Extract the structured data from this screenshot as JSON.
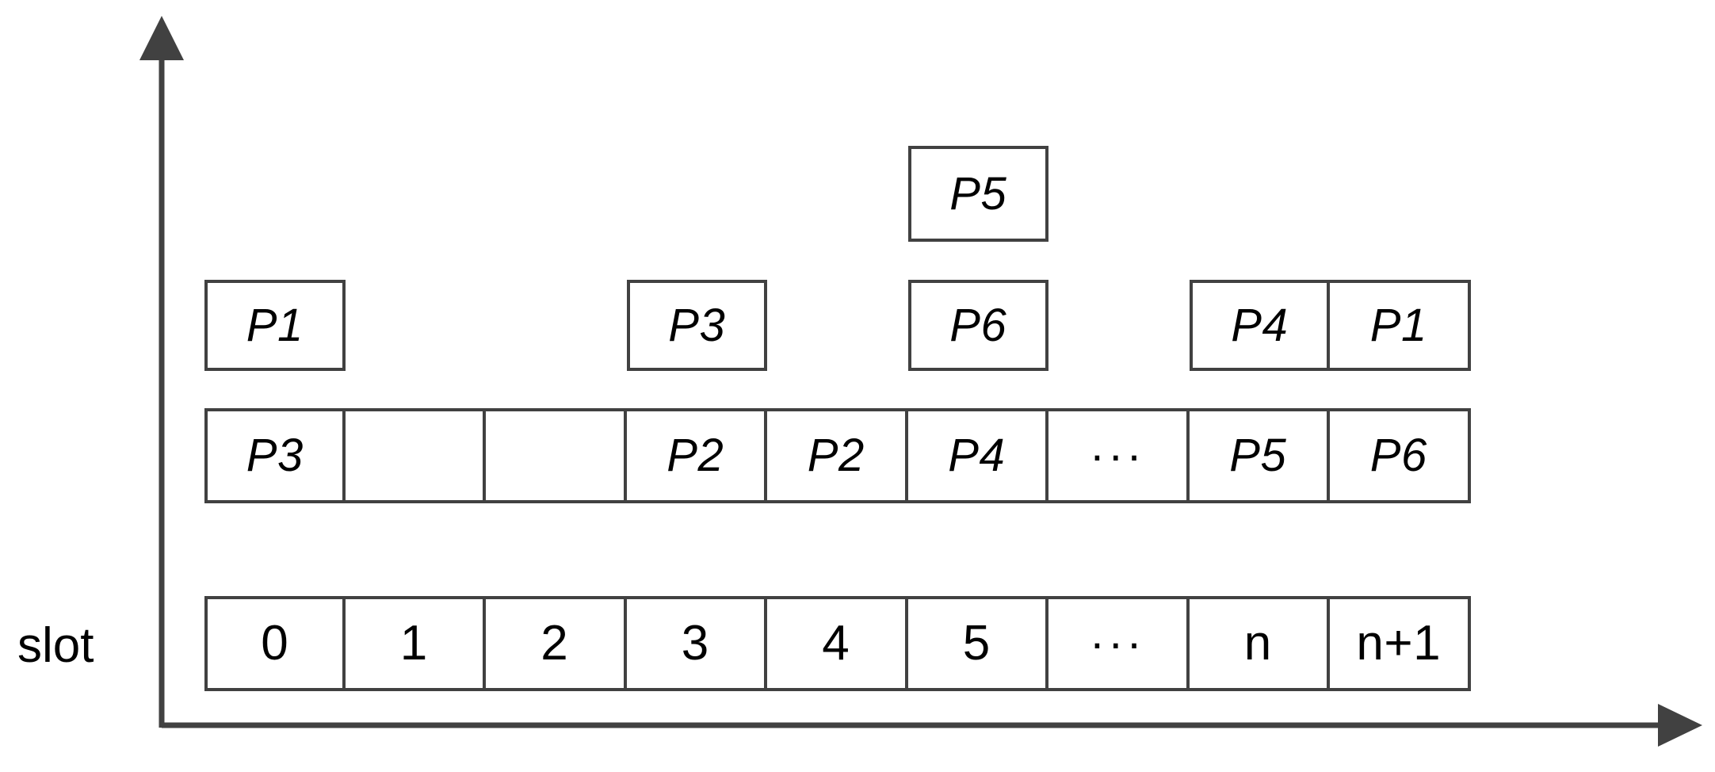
{
  "figure": {
    "caption_label": "slot",
    "stroke_color": "#414141",
    "background": "#ffffff",
    "axis": {
      "y_axis_name": "y-axis-arrow",
      "x_axis_name": "x-axis-arrow"
    }
  },
  "chart_data": {
    "type": "table",
    "title": "",
    "xlabel": "",
    "ylabel": "",
    "grid": false,
    "legend": null,
    "columns": [
      "0",
      "1",
      "2",
      "3",
      "4",
      "5",
      "···",
      "n",
      "n+1"
    ],
    "rows": [
      {
        "name": "stack-level-3",
        "cells": [
          "",
          "",
          "",
          "",
          "",
          "P5",
          "",
          "",
          ""
        ]
      },
      {
        "name": "stack-level-2",
        "cells": [
          "P1",
          "",
          "",
          "P3",
          "",
          "P6",
          "",
          "P4",
          "P1"
        ]
      },
      {
        "name": "queue-row",
        "cells": [
          "P3",
          "",
          "",
          "P2",
          "P2",
          "P4",
          "···",
          "P5",
          "P6"
        ]
      },
      {
        "name": "slot-row",
        "cells": [
          "0",
          "1",
          "2",
          "3",
          "4",
          "5",
          "···",
          "n",
          "n+1"
        ]
      }
    ]
  },
  "level3": {
    "boxes": [
      {
        "id": "p5",
        "label": "P5",
        "col": 5
      }
    ]
  },
  "level2": {
    "boxes": [
      {
        "id": "p1a",
        "label": "P1",
        "col": 0,
        "joined_prev": false
      },
      {
        "id": "p3",
        "label": "P3",
        "col": 3,
        "joined_prev": false
      },
      {
        "id": "p6",
        "label": "P6",
        "col": 5,
        "joined_prev": false
      },
      {
        "id": "p4",
        "label": "P4",
        "col": 7,
        "joined_prev": false
      },
      {
        "id": "p1b",
        "label": "P1",
        "col": 8,
        "joined_prev": true
      }
    ]
  },
  "queue": {
    "cells": [
      {
        "id": "q0",
        "label": "P3",
        "col": 0,
        "dots": false
      },
      {
        "id": "q1",
        "label": "",
        "col": 1,
        "dots": false
      },
      {
        "id": "q2",
        "label": "",
        "col": 2,
        "dots": false
      },
      {
        "id": "q3",
        "label": "P2",
        "col": 3,
        "dots": false
      },
      {
        "id": "q4",
        "label": "P2",
        "col": 4,
        "dots": false
      },
      {
        "id": "q5",
        "label": "P4",
        "col": 5,
        "dots": false
      },
      {
        "id": "q6",
        "label": "···",
        "col": 6,
        "dots": true
      },
      {
        "id": "q7",
        "label": "P5",
        "col": 7,
        "dots": false
      },
      {
        "id": "q8",
        "label": "P6",
        "col": 8,
        "dots": false
      }
    ]
  },
  "slots": {
    "cells": [
      {
        "id": "s0",
        "label": "0",
        "col": 0,
        "dots": false
      },
      {
        "id": "s1",
        "label": "1",
        "col": 1,
        "dots": false
      },
      {
        "id": "s2",
        "label": "2",
        "col": 2,
        "dots": false
      },
      {
        "id": "s3",
        "label": "3",
        "col": 3,
        "dots": false
      },
      {
        "id": "s4",
        "label": "4",
        "col": 4,
        "dots": false
      },
      {
        "id": "s5",
        "label": "5",
        "col": 5,
        "dots": false
      },
      {
        "id": "s6",
        "label": "···",
        "col": 6,
        "dots": true
      },
      {
        "id": "s7",
        "label": "n",
        "col": 7,
        "dots": false
      },
      {
        "id": "s8",
        "label": "n+1",
        "col": 8,
        "dots": false
      }
    ]
  }
}
